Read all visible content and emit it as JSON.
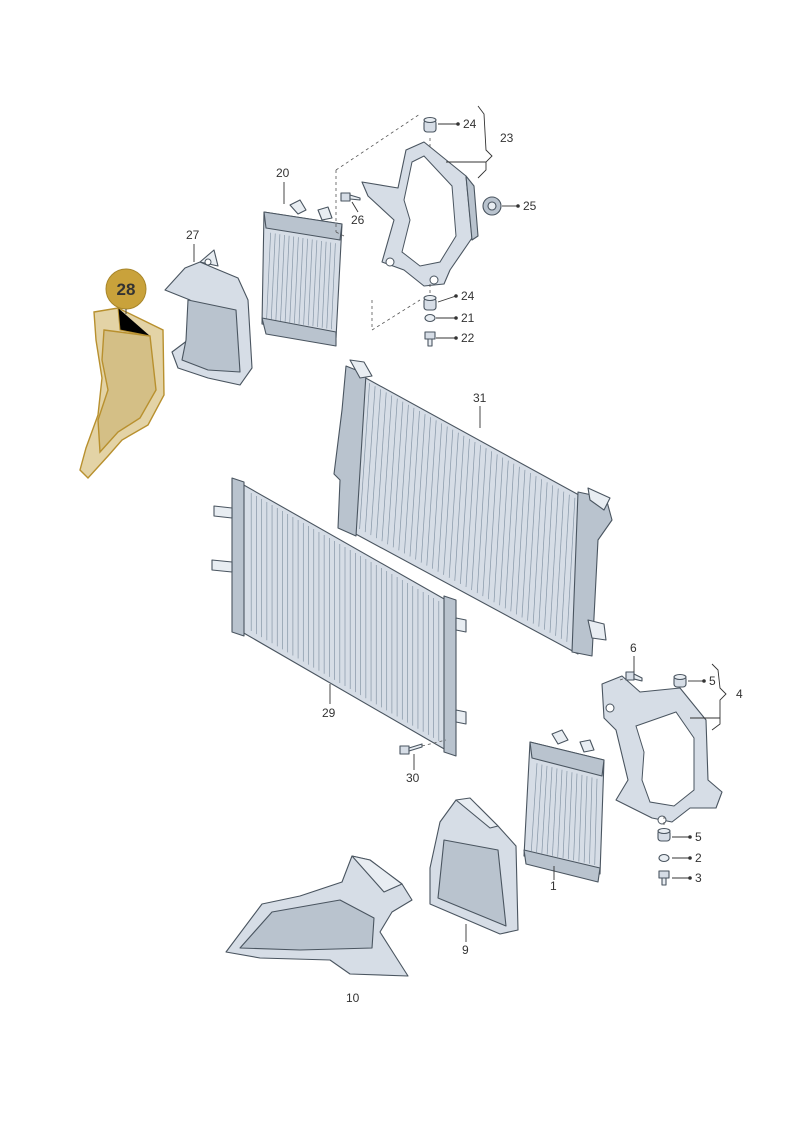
{
  "highlight": {
    "label": "28",
    "badge_color": "#c9a23b",
    "fill_color": "#e3d3a6",
    "stroke_color": "#b8902e"
  },
  "colors": {
    "part_fill": "#d6dde6",
    "part_shade": "#b9c3ce",
    "part_light": "#e8edf2"
  },
  "callouts": {
    "c1": "1",
    "c2": "2",
    "c3": "3",
    "c4": "4",
    "c5a": "5",
    "c5b": "5",
    "c6": "6",
    "c9": "9",
    "c10": "10",
    "c20": "20",
    "c21": "21",
    "c22": "22",
    "c23": "23",
    "c24a": "24",
    "c24b": "24",
    "c25": "25",
    "c26": "26",
    "c27": "27",
    "c29": "29",
    "c30": "30",
    "c31": "31"
  }
}
